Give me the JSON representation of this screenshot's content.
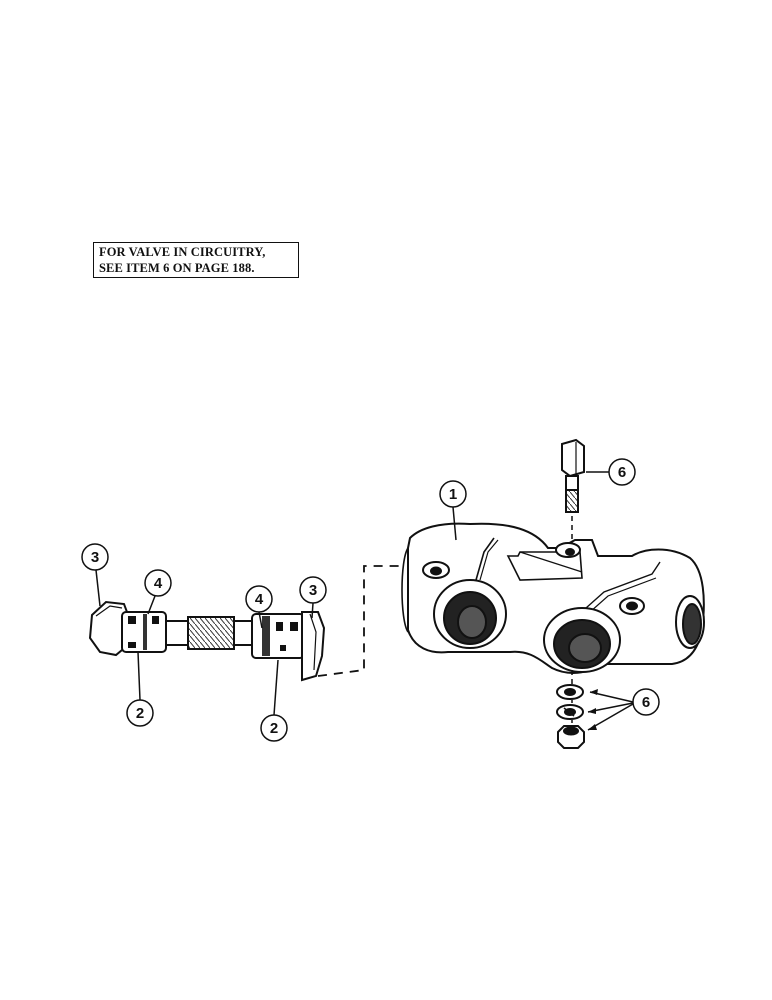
{
  "note": {
    "line1": "FOR VALVE IN CIRCUITRY,",
    "line2": "SEE ITEM 6 ON PAGE 188."
  },
  "callouts": {
    "body": "1",
    "o_ring_left": "2",
    "o_ring_right": "2",
    "plug_left": "3",
    "plug_right": "3",
    "backup_ring_left": "4",
    "backup_ring_right": "4",
    "hardware_bolt": "6",
    "hardware_nut_washers": "6"
  }
}
